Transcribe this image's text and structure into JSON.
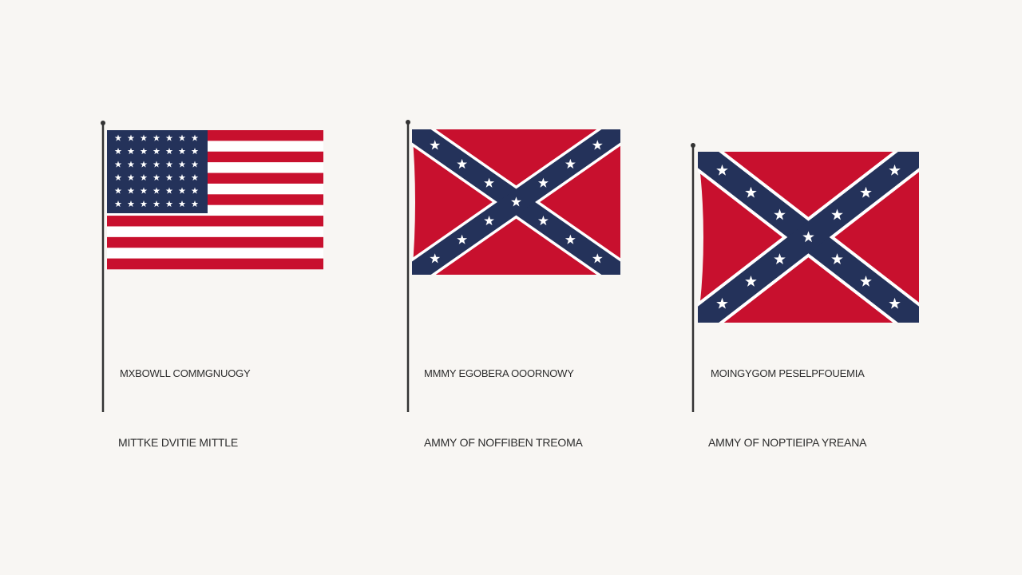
{
  "colors": {
    "background": "#f8f6f3",
    "red": "#c8102e",
    "navy": "#24325a",
    "white": "#ffffff",
    "pole": "#333333"
  },
  "flags": [
    {
      "kind": "stars-and-stripes",
      "caption_top": "MXBOWLL COMMGNUOGY",
      "caption_bottom": "MITTKE DVITIE MITTLE"
    },
    {
      "kind": "saltire",
      "caption_top": "MMMY EGOBERA OOORNOWY",
      "caption_bottom": "AMMY OF NOFFIBEN TREOMA"
    },
    {
      "kind": "saltire",
      "caption_top": "MOINGYGOM PESELPFOUEMIA",
      "caption_bottom": "AMMY OF NOPTIEIPA YREANA"
    }
  ]
}
